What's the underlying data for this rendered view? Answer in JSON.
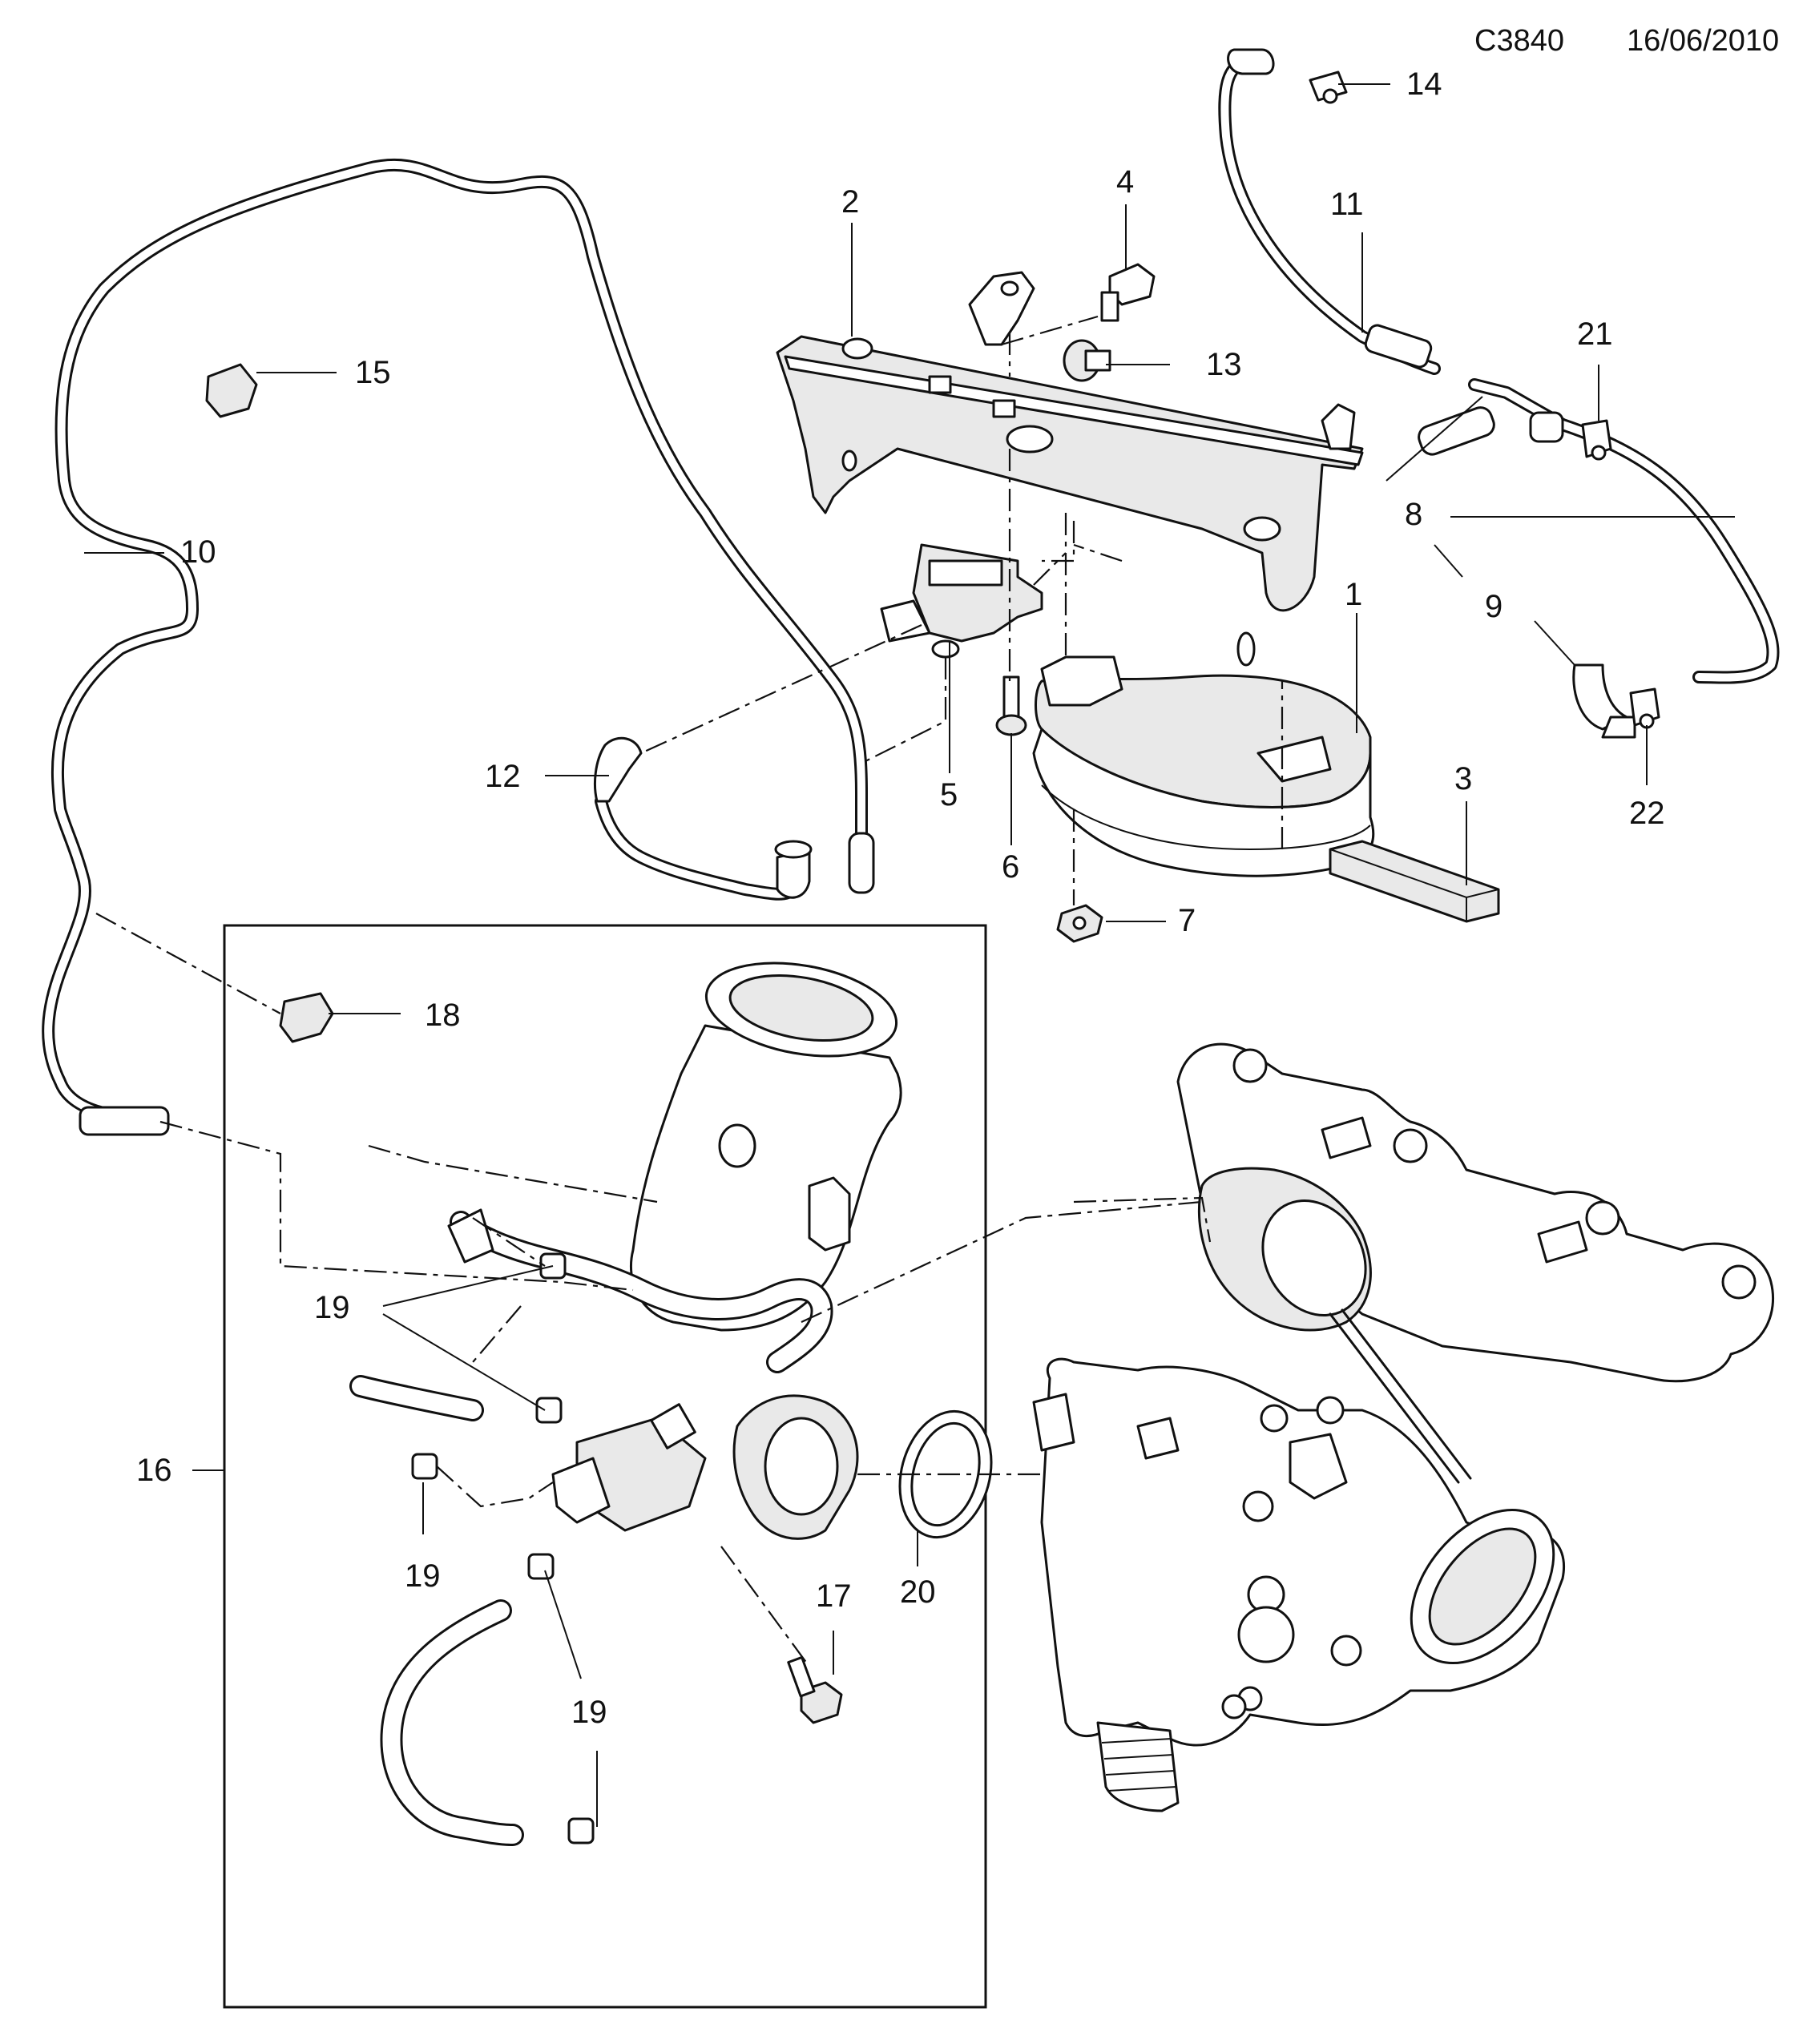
{
  "header": {
    "diagram_code": "C3840",
    "date": "16/06/2010"
  },
  "callouts": {
    "c1": "1",
    "c2": "2",
    "c3": "3",
    "c4": "4",
    "c5": "5",
    "c6": "6",
    "c7": "7",
    "c8": "8",
    "c9": "9",
    "c10": "10",
    "c11": "11",
    "c12": "12",
    "c13": "13",
    "c14": "14",
    "c15": "15",
    "c16": "16",
    "c17": "17",
    "c18": "18",
    "c19a": "19",
    "c19b": "19",
    "c19c": "19",
    "c20": "20",
    "c21": "21",
    "c22": "22"
  },
  "colors": {
    "line": "#111111",
    "background": "#ffffff",
    "part_fill": "#e9e9e9"
  }
}
